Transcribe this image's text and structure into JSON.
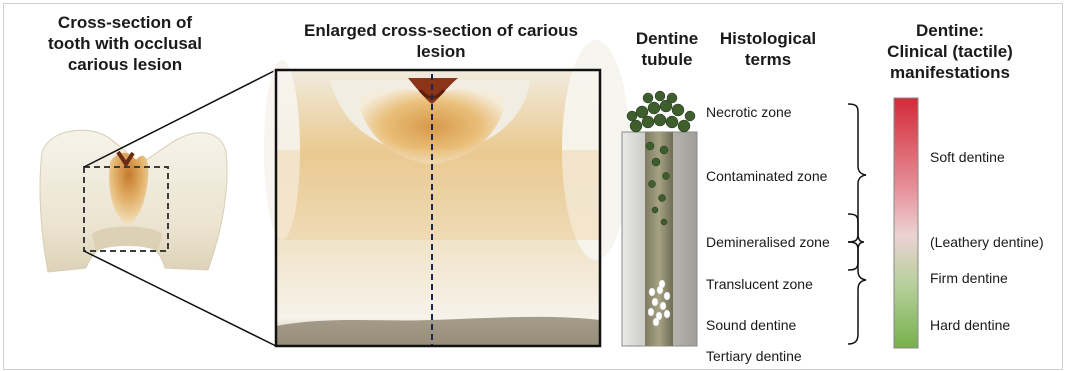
{
  "headers": {
    "tooth": [
      "Cross-section of",
      "tooth with occlusal",
      "carious lesion"
    ],
    "enlarged": [
      "Enlarged cross-section of carious",
      "lesion"
    ],
    "tubule": [
      "Dentine",
      "tubule"
    ],
    "histology": [
      "Histological",
      "terms"
    ],
    "clinical": [
      "Dentine:",
      "Clinical (tactile)",
      "manifestations"
    ]
  },
  "histological_zones": [
    "Necrotic zone",
    "Contaminated zone",
    "Demineralised zone",
    "Translucent zone",
    "Sound dentine",
    "Tertiary dentine"
  ],
  "clinical_manifestations": [
    "Soft dentine",
    "(Leathery dentine)",
    "Firm dentine",
    "Hard dentine"
  ],
  "colors": {
    "gradient_top": "#d32a38",
    "gradient_mid": "#ecd3d3",
    "gradient_bottom": "#77b04b",
    "bacteria": "#3f5e2e",
    "tubule_wall": "#6f6c56"
  }
}
